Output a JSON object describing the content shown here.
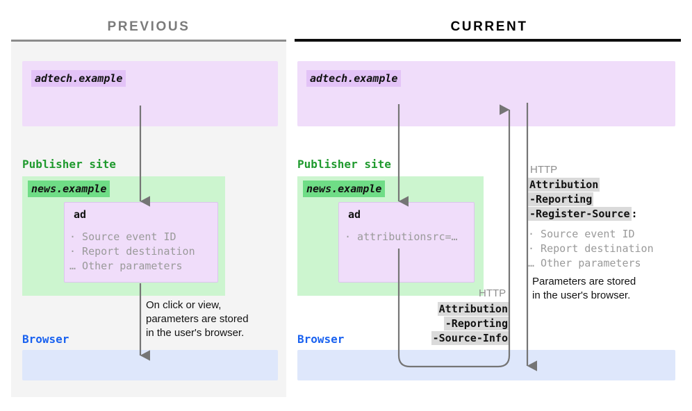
{
  "columns": {
    "previous": {
      "title": "PREVIOUS",
      "adtech_domain": "adtech.example",
      "publisher_label": "Publisher site",
      "publisher_domain": "news.example",
      "ad_title": "ad",
      "ad_params": "· Source event ID\n· Report destination\n… Other parameters",
      "browser_label": "Browser",
      "note": "On click or view,\nparameters are stored\nin the user's browser."
    },
    "current": {
      "title": "CURRENT",
      "adtech_domain": "adtech.example",
      "publisher_label": "Publisher site",
      "publisher_domain": "news.example",
      "ad_title": "ad",
      "ad_params": "· attributionsrc=…",
      "browser_label": "Browser",
      "note": "Parameters are stored\nin the user's browser.",
      "request_header": {
        "protocol_label": "HTTP",
        "token_1": "Attribution",
        "token_2": "-Reporting",
        "token_3": "-Source-Info"
      },
      "response_header": {
        "protocol_label": "HTTP",
        "token_1": "Attribution",
        "token_2": "-Reporting",
        "token_3": "-Register-Source",
        "colon": ":",
        "params": "· Source event ID\n· Report destination\n… Other parameters"
      }
    }
  },
  "colors": {
    "adtech_band": "#f0ddfa",
    "adtech_chip": "#e3c3f7",
    "publisher_band": "#ccf5cf",
    "publisher_chip": "#6fdd86",
    "browser_band": "#dee7fb",
    "publisher_text": "#1f9a2e",
    "browser_text": "#1a62f0",
    "arrow": "#757575",
    "header_highlight": "#dadada",
    "panel_previous_bg": "#f4f4f4",
    "title_previous": "#7b7b7b",
    "title_current": "#000000"
  }
}
